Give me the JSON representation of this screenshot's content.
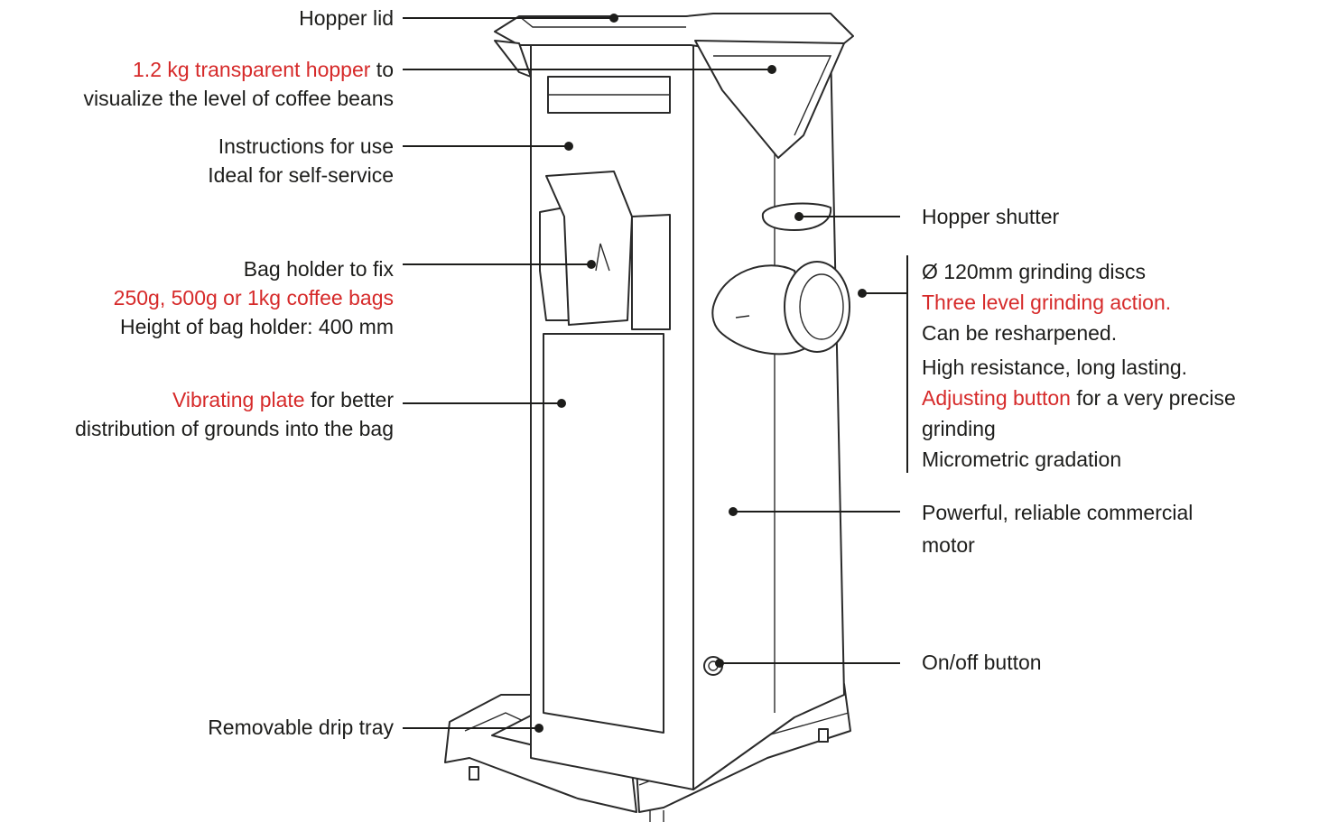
{
  "labels": {
    "hopper_lid": "Hopper lid",
    "hopper_red": "1.2 kg transparent hopper",
    "hopper_rest": " to",
    "hopper_line2": "visualize the level of coffee beans",
    "instructions_line1": "Instructions for use",
    "instructions_line2": "Ideal for self-service",
    "bag_line1": "Bag holder to fix",
    "bag_line2": "250g, 500g or 1kg coffee bags",
    "bag_line3": "Height of bag holder: 400 mm",
    "vib_red": "Vibrating plate",
    "vib_rest": " for better",
    "vib_line2": "distribution of grounds into the bag",
    "drip_tray": "Removable drip tray",
    "shutter": "Hopper shutter",
    "disc_line1": "Ø 120mm grinding discs",
    "disc_line2": "Three level grinding action.",
    "disc_line3": "Can be resharpened.",
    "disc_line4": "High resistance, long lasting.",
    "disc_red": "Adjusting button",
    "disc_rest": " for a very precise",
    "disc_line6": "grinding",
    "disc_line7": "Micrometric gradation",
    "motor_line1": "Powerful, reliable commercial",
    "motor_line2": "motor",
    "onoff": "On/off button"
  },
  "colors": {
    "accent_red": "#d62a2a",
    "text": "#1d1d1b"
  }
}
